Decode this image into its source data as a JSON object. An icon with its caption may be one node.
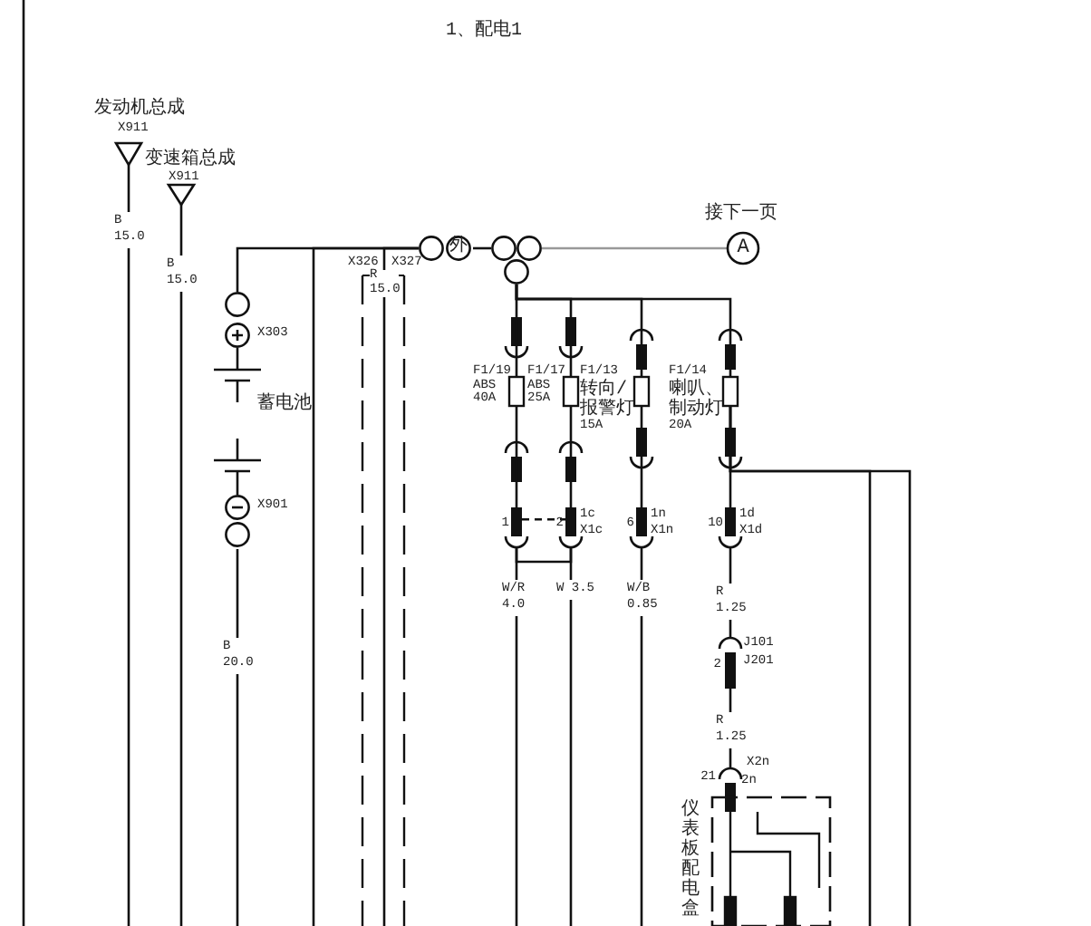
{
  "diagram": {
    "title": "1、配电1",
    "nodes": [
      {
        "text": [
          "发动机总成",
          "X911"
        ]
      },
      {
        "text": [
          "变速箱总成",
          "X911"
        ]
      },
      {
        "text": [
          "X303"
        ]
      },
      {
        "text": [
          "蓄电池"
        ]
      },
      {
        "text": [
          "X901"
        ]
      },
      {
        "text": [
          "外"
        ]
      },
      {
        "text": [],
        "shape": "circle"
      },
      {
        "text": [
          "A"
        ],
        "beside": [
          "接下一页"
        ]
      },
      {
        "text": [
          "F1/19",
          "ABS",
          "40A"
        ]
      },
      {
        "text": [
          "F1/17",
          "ABS",
          "25A"
        ]
      },
      {
        "text": [
          "F1/13",
          "转向/报警灯",
          "15A"
        ]
      },
      {
        "text": [
          "F1/14",
          "喇叭、制动灯",
          "20A"
        ]
      },
      {
        "text": [
          "1"
        ]
      },
      {
        "text": [
          "2",
          "1c",
          "X1c"
        ]
      },
      {
        "text": [
          "6",
          "1n",
          "X1n"
        ]
      },
      {
        "text": [
          "10",
          "1d",
          "X1d"
        ]
      },
      {
        "text": [
          "2",
          "J101",
          "J201"
        ]
      },
      {
        "text": [
          "21",
          "X2n",
          "2n"
        ]
      },
      {
        "text": [
          "仪表板配电盒"
        ]
      }
    ],
    "edges": [
      {
        "from": 0,
        "to": null,
        "arrow": "none",
        "label": "B 15.0"
      },
      {
        "from": 1,
        "to": null,
        "arrow": "none",
        "label": "B 15.0"
      },
      {
        "from": 5,
        "to": 2,
        "arrow": "none"
      },
      {
        "from": 2,
        "to": 3,
        "arrow": "none"
      },
      {
        "from": 3,
        "to": 4,
        "arrow": "none"
      },
      {
        "from": 4,
        "to": null,
        "arrow": "none",
        "label": "B 20.0"
      },
      {
        "from": 5,
        "to": null,
        "arrow": "none"
      },
      {
        "from": 5,
        "to": null,
        "arrow": "none"
      },
      {
        "from": 5,
        "to": 6,
        "arrow": "none"
      },
      {
        "from": 6,
        "to": 7,
        "arrow": "none",
        "color": "#999999"
      },
      {
        "from": 6,
        "to": 8,
        "arrow": "none"
      },
      {
        "from": 6,
        "to": 9,
        "arrow": "none"
      },
      {
        "from": 6,
        "to": 10,
        "arrow": "none"
      },
      {
        "from": 6,
        "to": 11,
        "arrow": "none"
      },
      {
        "from": 8,
        "to": 12,
        "arrow": "none"
      },
      {
        "from": 9,
        "to": 13,
        "arrow": "none"
      },
      {
        "from": 10,
        "to": 14,
        "arrow": "none"
      },
      {
        "from": 11,
        "to": 15,
        "arrow": "none"
      },
      {
        "from": 12,
        "to": 13,
        "arrow": "none",
        "style": "dashed"
      },
      {
        "from": 12,
        "to": 13,
        "arrow": "none"
      },
      {
        "from": 12,
        "to": null,
        "arrow": "none",
        "label": "W/R 4.0"
      },
      {
        "from": 13,
        "to": null,
        "arrow": "none",
        "label": "W 3.5"
      },
      {
        "from": 14,
        "to": null,
        "arrow": "none",
        "label": "W/B 0.85"
      },
      {
        "from": 15,
        "to": 16,
        "arrow": "none",
        "label": "R 1.25"
      },
      {
        "from": 11,
        "to": null,
        "arrow": "none"
      },
      {
        "from": 11,
        "to": null,
        "arrow": "none"
      },
      {
        "from": 16,
        "to": 17,
        "arrow": "none",
        "label": "R 1.25"
      }
    ],
    "labels": [
      "X326",
      "X327",
      "R 15.0"
    ]
  }
}
